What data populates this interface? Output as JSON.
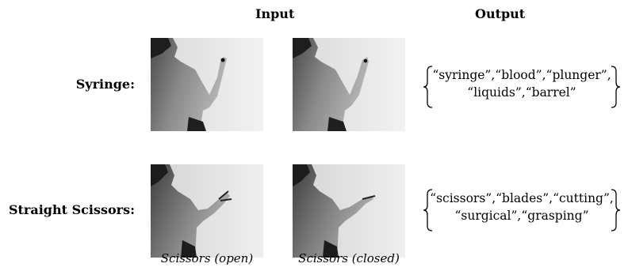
{
  "headers": {
    "input": "Input",
    "output": "Output"
  },
  "rows": [
    {
      "label": "Syringe:",
      "output_line1": "“syringe”,“blood”,“plunger”,",
      "output_line2": "“liquids”,“barrel”"
    },
    {
      "label": "Straight Scissors:",
      "output_line1": "“scissors”,“blades”,“cutting”,",
      "output_line2": "“surgical”,“grasping”"
    }
  ],
  "captions": {
    "left": "Scissors (open)",
    "right": "Scissors (closed)"
  }
}
